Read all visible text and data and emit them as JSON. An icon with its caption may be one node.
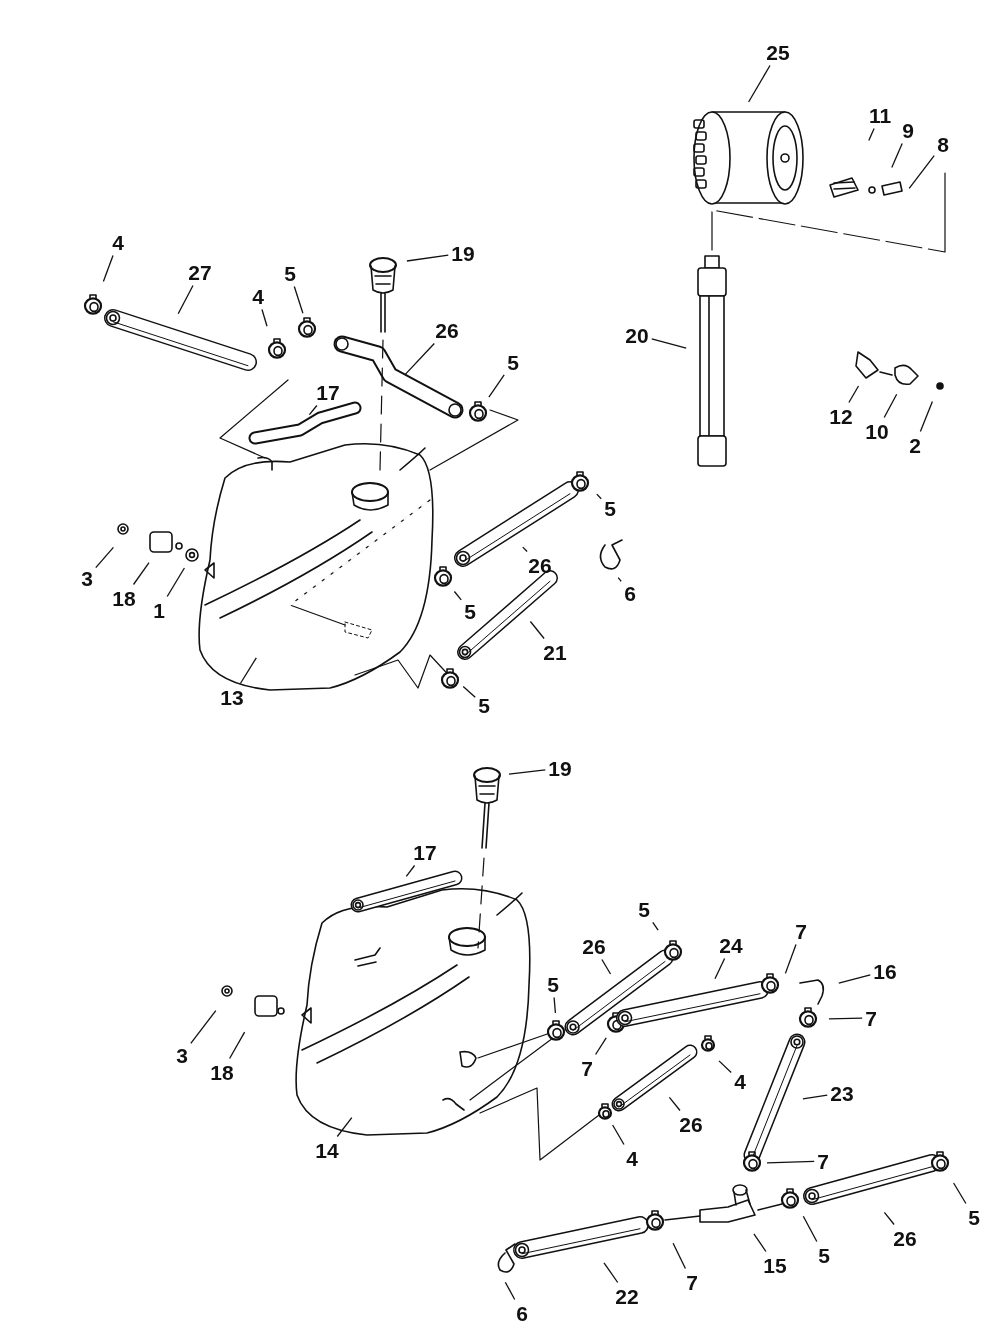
{
  "diagram": {
    "nodes": [
      {
        "text": [
          "4"
        ]
      },
      {
        "text": [
          "27"
        ]
      },
      {
        "text": [
          "5"
        ]
      },
      {
        "text": [
          "4"
        ]
      },
      {
        "text": [
          "19"
        ]
      },
      {
        "text": [
          "26"
        ]
      },
      {
        "text": [
          "5"
        ]
      },
      {
        "text": [
          "17"
        ]
      },
      {
        "text": [
          "3"
        ]
      },
      {
        "text": [
          "18"
        ]
      },
      {
        "text": [
          "1"
        ]
      },
      {
        "text": [
          "13"
        ]
      },
      {
        "text": [
          "5"
        ]
      },
      {
        "text": [
          "26"
        ]
      },
      {
        "text": [
          "6"
        ]
      },
      {
        "text": [
          "5"
        ]
      },
      {
        "text": [
          "21"
        ]
      },
      {
        "text": [
          "5"
        ]
      },
      {
        "text": [
          "25"
        ]
      },
      {
        "text": [
          "11"
        ]
      },
      {
        "text": [
          "9"
        ]
      },
      {
        "text": [
          "8"
        ]
      },
      {
        "text": [
          "20"
        ]
      },
      {
        "text": [
          "12"
        ]
      },
      {
        "text": [
          "10"
        ]
      },
      {
        "text": [
          "2"
        ]
      },
      {
        "text": [
          "19"
        ]
      },
      {
        "text": [
          "17"
        ]
      },
      {
        "text": [
          "3"
        ]
      },
      {
        "text": [
          "18"
        ]
      },
      {
        "text": [
          "14"
        ]
      },
      {
        "text": [
          "5"
        ]
      },
      {
        "text": [
          "26"
        ]
      },
      {
        "text": [
          "5"
        ]
      },
      {
        "text": [
          "24"
        ]
      },
      {
        "text": [
          "7"
        ]
      },
      {
        "text": [
          "16"
        ]
      },
      {
        "text": [
          "7"
        ]
      },
      {
        "text": [
          "7"
        ]
      },
      {
        "text": [
          "4"
        ]
      },
      {
        "text": [
          "23"
        ]
      },
      {
        "text": [
          "26"
        ]
      },
      {
        "text": [
          "4"
        ]
      },
      {
        "text": [
          "7"
        ]
      },
      {
        "text": [
          "5"
        ]
      },
      {
        "text": [
          "26"
        ]
      },
      {
        "text": [
          "5"
        ]
      },
      {
        "text": [
          "15"
        ]
      },
      {
        "text": [
          "7"
        ]
      },
      {
        "text": [
          "22"
        ]
      },
      {
        "text": [
          "6"
        ]
      }
    ],
    "edges": [
      {
        "from": 0,
        "to": null,
        "arrow": "none"
      },
      {
        "from": 1,
        "to": null,
        "arrow": "none"
      },
      {
        "from": 2,
        "to": null,
        "arrow": "none"
      },
      {
        "from": 3,
        "to": null,
        "arrow": "none"
      },
      {
        "from": 4,
        "to": null,
        "arrow": "none"
      },
      {
        "from": 5,
        "to": null,
        "arrow": "none"
      },
      {
        "from": 6,
        "to": null,
        "arrow": "none"
      },
      {
        "from": 7,
        "to": null,
        "arrow": "none"
      },
      {
        "from": 8,
        "to": null,
        "arrow": "none"
      },
      {
        "from": 9,
        "to": null,
        "arrow": "none"
      },
      {
        "from": 10,
        "to": null,
        "arrow": "none"
      },
      {
        "from": 11,
        "to": null,
        "arrow": "none"
      },
      {
        "from": 12,
        "to": null,
        "arrow": "none"
      },
      {
        "from": 13,
        "to": null,
        "arrow": "none"
      },
      {
        "from": 14,
        "to": null,
        "arrow": "none"
      },
      {
        "from": 15,
        "to": null,
        "arrow": "none"
      },
      {
        "from": 16,
        "to": null,
        "arrow": "none"
      },
      {
        "from": 17,
        "to": null,
        "arrow": "none"
      },
      {
        "from": 18,
        "to": null,
        "arrow": "none"
      },
      {
        "from": 19,
        "to": null,
        "arrow": "none"
      },
      {
        "from": 20,
        "to": null,
        "arrow": "none"
      },
      {
        "from": 21,
        "to": null,
        "arrow": "none"
      },
      {
        "from": 22,
        "to": null,
        "arrow": "none"
      },
      {
        "from": 23,
        "to": null,
        "arrow": "none"
      },
      {
        "from": 24,
        "to": null,
        "arrow": "none"
      },
      {
        "from": 25,
        "to": null,
        "arrow": "none"
      },
      {
        "from": 26,
        "to": null,
        "arrow": "none"
      },
      {
        "from": 27,
        "to": null,
        "arrow": "none"
      },
      {
        "from": 28,
        "to": null,
        "arrow": "none"
      },
      {
        "from": 29,
        "to": null,
        "arrow": "none"
      },
      {
        "from": 30,
        "to": null,
        "arrow": "none"
      },
      {
        "from": 31,
        "to": null,
        "arrow": "none"
      },
      {
        "from": 32,
        "to": null,
        "arrow": "none"
      },
      {
        "from": 33,
        "to": null,
        "arrow": "none"
      },
      {
        "from": 34,
        "to": null,
        "arrow": "none"
      },
      {
        "from": 35,
        "to": null,
        "arrow": "none"
      },
      {
        "from": 36,
        "to": null,
        "arrow": "none"
      },
      {
        "from": 37,
        "to": null,
        "arrow": "none"
      },
      {
        "from": 38,
        "to": null,
        "arrow": "none"
      },
      {
        "from": 39,
        "to": null,
        "arrow": "none"
      },
      {
        "from": 40,
        "to": null,
        "arrow": "none"
      },
      {
        "from": 41,
        "to": null,
        "arrow": "none"
      },
      {
        "from": 42,
        "to": null,
        "arrow": "none"
      },
      {
        "from": 43,
        "to": null,
        "arrow": "none"
      },
      {
        "from": 44,
        "to": null,
        "arrow": "none"
      },
      {
        "from": 45,
        "to": null,
        "arrow": "none"
      },
      {
        "from": 46,
        "to": null,
        "arrow": "none"
      },
      {
        "from": 47,
        "to": null,
        "arrow": "none"
      },
      {
        "from": 48,
        "to": null,
        "arrow": "none"
      },
      {
        "from": 49,
        "to": null,
        "arrow": "none"
      },
      {
        "from": 50,
        "to": null,
        "arrow": "none"
      }
    ]
  }
}
